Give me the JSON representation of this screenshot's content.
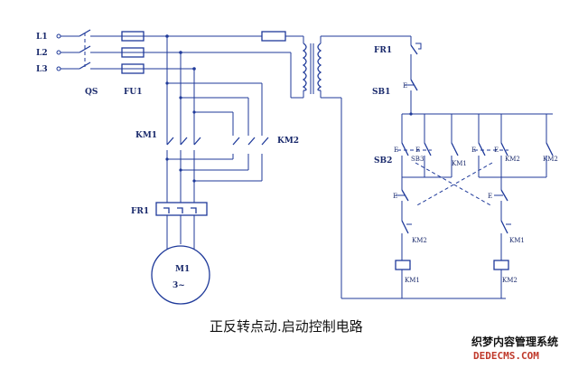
{
  "caption": "正反转点动.启动控制电路",
  "watermark": {
    "line1": "织梦内容管理系统",
    "line2": "DEDECMS.COM"
  },
  "colors": {
    "wire": "#1f3a9a",
    "text": "#1a2a6c",
    "watermark_red": "#c0392b"
  },
  "labels": {
    "L1": "L1",
    "L2": "L2",
    "L3": "L3",
    "QS": "QS",
    "FU1": "FU1",
    "KM1_main": "KM1",
    "KM2_main": "KM2",
    "FR1_main": "FR1",
    "motor": "M1",
    "motor_phase": "3~",
    "FR1_ctrl": "FR1",
    "SB1": "SB1",
    "SB2": "SB2",
    "E": "E",
    "KM1_aux_a": "KM1",
    "KM1_aux_b": "KM1",
    "KM1_aux_c": "KM1",
    "KM2_aux_a": "KM2",
    "KM2_aux_b": "KM2",
    "KM2_aux_c": "KM2",
    "SB3_small": "SB3",
    "KM2_small": "KM2",
    "E_small": "E"
  }
}
